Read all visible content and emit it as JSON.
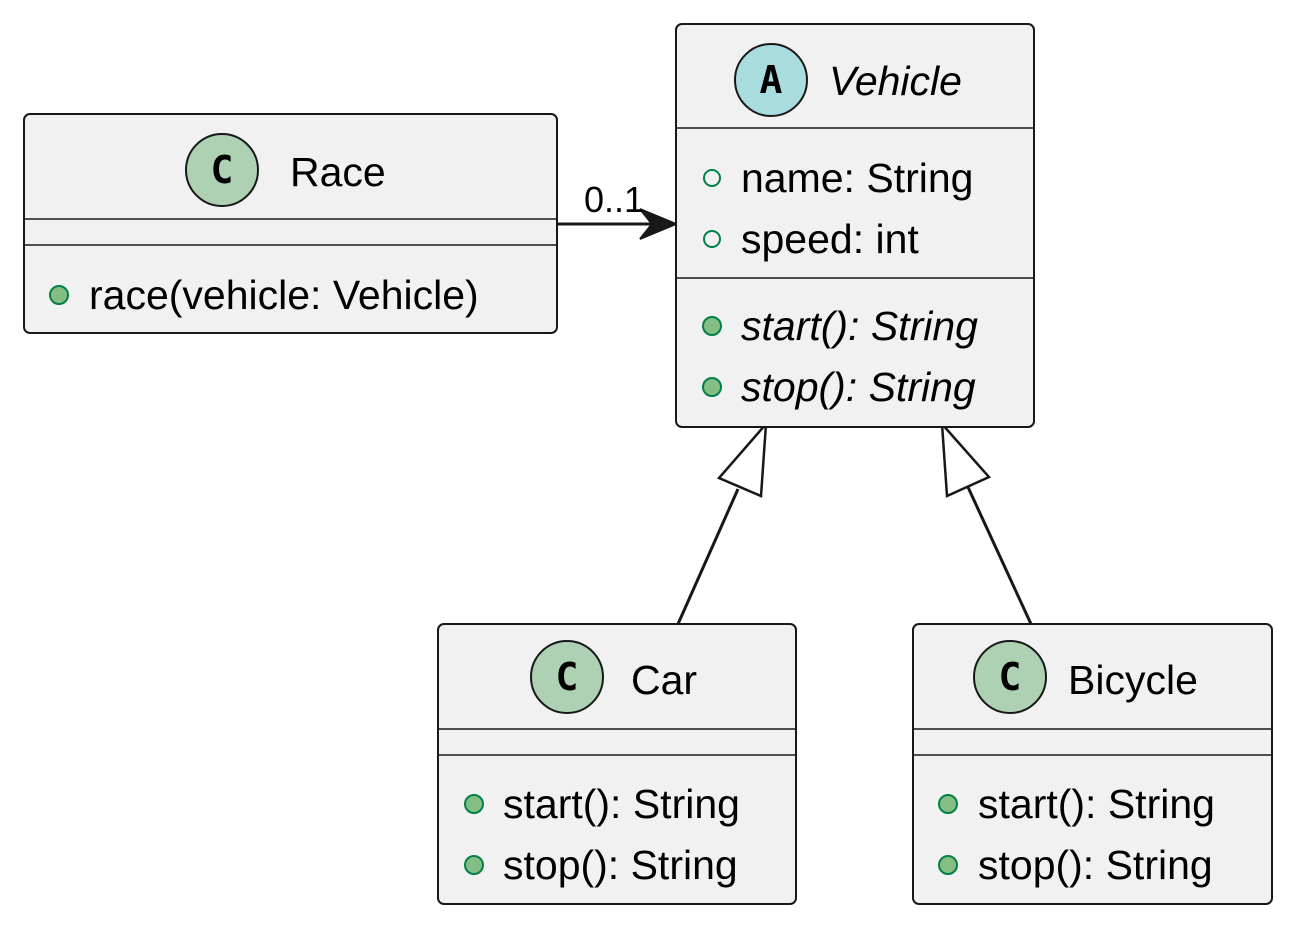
{
  "classes": {
    "race": {
      "stereotype": "C",
      "name": "Race",
      "fields": [],
      "methods": [
        "race(vehicle: Vehicle)"
      ]
    },
    "vehicle": {
      "stereotype": "A",
      "name": "Vehicle",
      "fields": [
        "name: String",
        "speed: int"
      ],
      "methods": [
        "start(): String",
        "stop(): String"
      ]
    },
    "car": {
      "stereotype": "C",
      "name": "Car",
      "fields": [],
      "methods": [
        "start(): String",
        "stop(): String"
      ]
    },
    "bicycle": {
      "stereotype": "C",
      "name": "Bicycle",
      "fields": [],
      "methods": [
        "start(): String",
        "stop(): String"
      ]
    }
  },
  "relations": {
    "race_to_vehicle": {
      "multiplicity": "0..1"
    }
  },
  "colors": {
    "class_fill": "#f1f1f1",
    "class_stereotype": "#add1b2",
    "abstract_stereotype": "#a9dcdf",
    "visibility": "#038048"
  }
}
